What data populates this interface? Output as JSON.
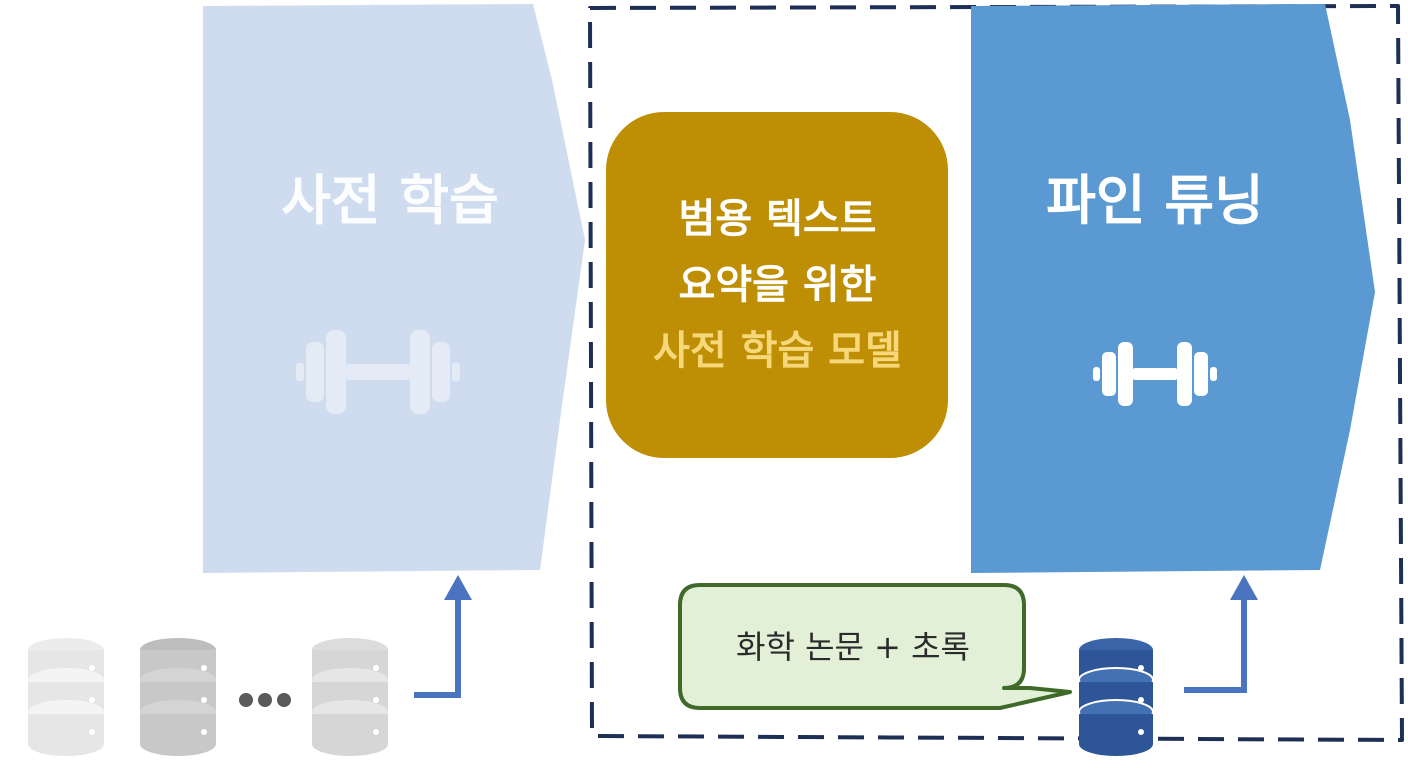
{
  "pretrain": {
    "title": "사전 학습",
    "color": "#cfdcef"
  },
  "model": {
    "line1": "범용 텍스트",
    "line2": "요약을 위한",
    "line3": "사전 학습 모델",
    "color": "#be8e04"
  },
  "finetune": {
    "title": "파인 튜닝",
    "color": "#5b99d2"
  },
  "dataset_bubble": {
    "text": "화학 논문 + 초록",
    "color": "#e2f0d8",
    "border": "#3f6a2a"
  },
  "colors": {
    "arrow": "#4a73c0",
    "dashed_border": "#1d2f55",
    "db_gray_light": "#e6e6e6",
    "db_gray_mid": "#c8c8c8",
    "db_blue": "#2e5597"
  },
  "icons": [
    "dumbbell-icon",
    "database-icon",
    "ellipsis-icon",
    "arrow-up-icon"
  ]
}
